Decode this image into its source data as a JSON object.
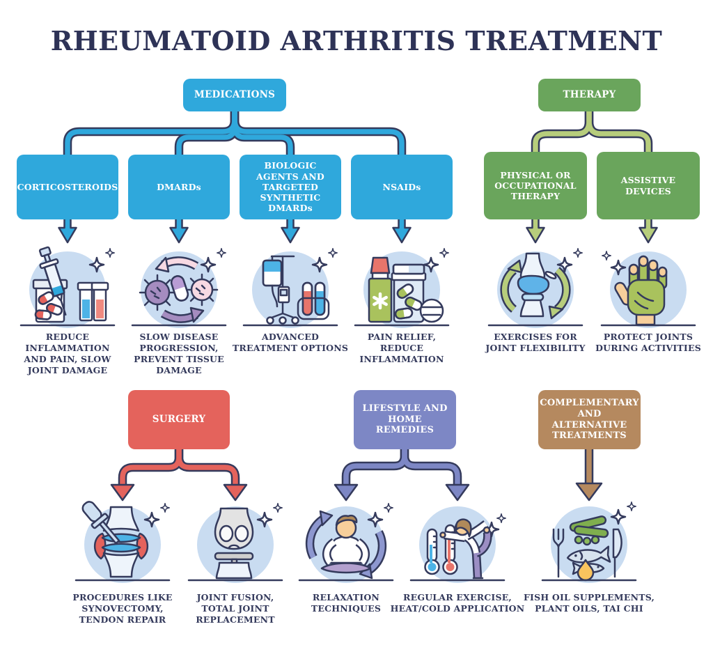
{
  "title": "RHEUMATOID ARTHRITIS TREATMENT",
  "colors": {
    "title_text": "#2e3357",
    "outline_navy": "#343a5c",
    "medications_blue": "#2fa8dc",
    "therapy_green": "#6aa55c",
    "therapy_connector_green": "#b7cd7c",
    "surgery_red": "#e4635c",
    "lifestyle_purple": "#7d87c5",
    "complementary_tan": "#b5895f",
    "icon_circle_blue": "#c9dcf1",
    "caption_text": "#343a5c"
  },
  "sections": {
    "medications": {
      "label": "MEDICATIONS",
      "children": [
        {
          "label": "CORTICOSTEROIDS",
          "caption": "REDUCE INFLAMMATION AND PAIN, SLOW JOINT DAMAGE",
          "icon": "syringe-pill-bottle-icon"
        },
        {
          "label": "DMARDs",
          "caption": "SLOW DISEASE PROGRESSION, PREVENT TISSUE DAMAGE",
          "icon": "immune-cells-capsule-icon"
        },
        {
          "label": "BIOLOGIC AGENTS AND TARGETED SYNTHETIC DMARDs",
          "caption": "ADVANCED TREATMENT OPTIONS",
          "icon": "iv-drip-test-tubes-icon"
        },
        {
          "label": "NSAIDs",
          "caption": "PAIN RELIEF, REDUCE INFLAMMATION",
          "icon": "ointment-pill-bottle-icon"
        }
      ]
    },
    "therapy": {
      "label": "THERAPY",
      "children": [
        {
          "label": "PHYSICAL OR OCCUPATIONAL THERAPY",
          "caption": "EXERCISES FOR JOINT FLEXIBILITY",
          "icon": "knee-joint-motion-icon"
        },
        {
          "label": "ASSISTIVE DEVICES",
          "caption": "PROTECT JOINTS DURING ACTIVITIES",
          "icon": "glove-hand-icon"
        }
      ]
    },
    "surgery": {
      "label": "SURGERY",
      "children": [
        {
          "caption": "PROCEDURES LIKE SYNOVECTOMY, TENDON REPAIR",
          "icon": "arthroscopy-joint-icon"
        },
        {
          "caption": "JOINT FUSION, TOTAL JOINT REPLACEMENT",
          "icon": "knee-prosthesis-icon"
        }
      ]
    },
    "lifestyle": {
      "label": "LIFESTYLE AND HOME REMEDIES",
      "children": [
        {
          "caption": "RELAXATION TECHNIQUES",
          "icon": "meditation-icon"
        },
        {
          "caption": "REGULAR EXERCISE, HEAT/COLD APPLICATION",
          "icon": "exercise-thermometers-icon"
        }
      ]
    },
    "complementary": {
      "label": "COMPLEMENTARY AND ALTERNATIVE TREATMENTS",
      "children": [
        {
          "caption": "FISH OIL SUPPLEMENTS, PLANT OILS, TAI CHI",
          "icon": "fish-oil-plate-icon"
        }
      ]
    }
  }
}
